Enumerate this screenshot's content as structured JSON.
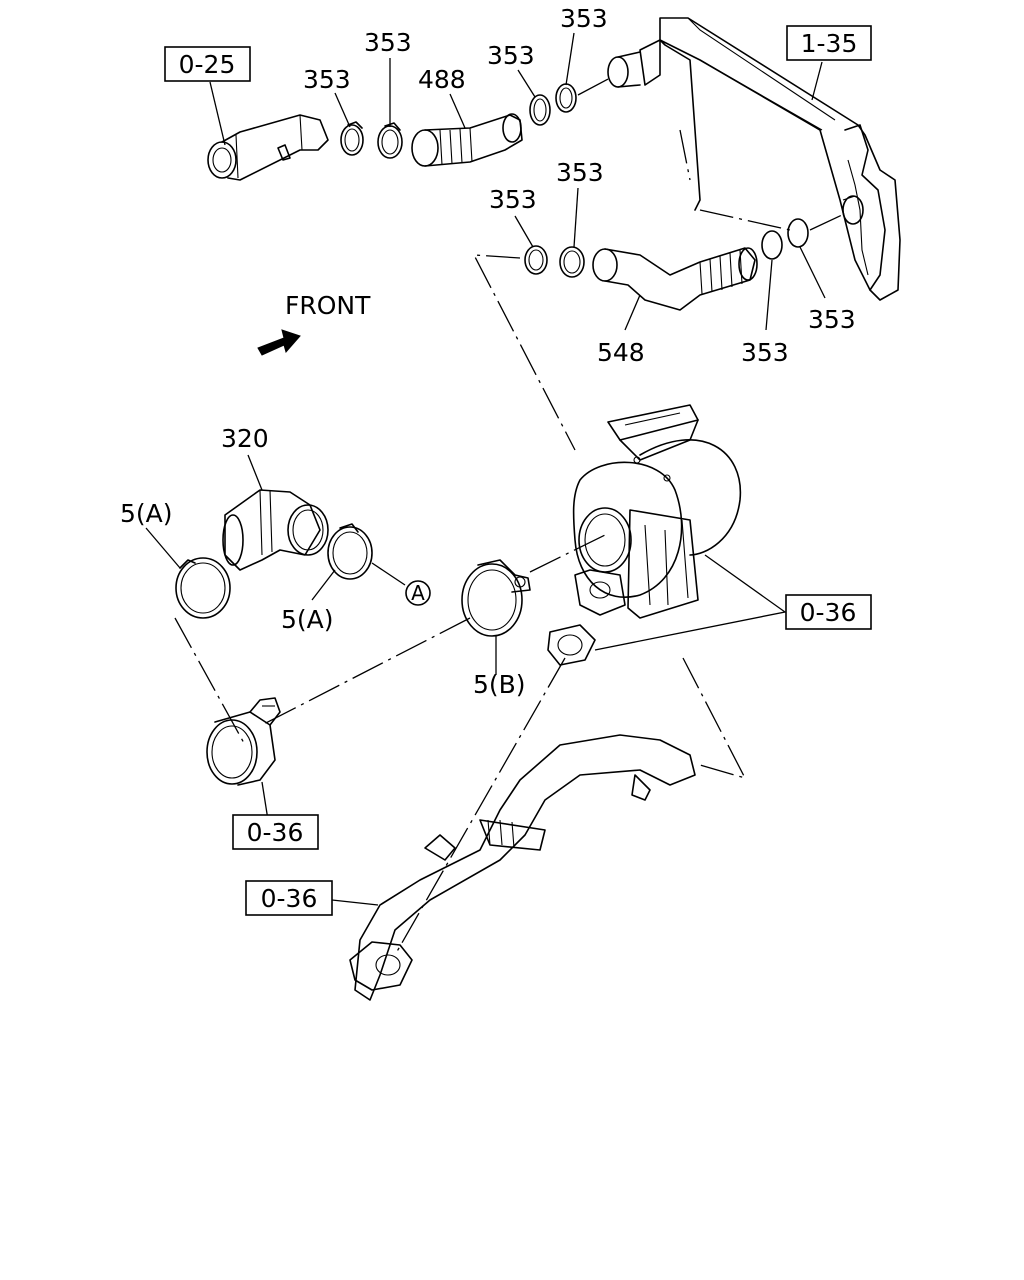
{
  "diagram": {
    "front_label": "FRONT",
    "ref_boxes": {
      "ref_0_25": "0-25",
      "ref_1_35": "1-35",
      "ref_0_36_right": "0-36",
      "ref_0_36_left": "0-36",
      "ref_0_36_bottom": "0-36"
    },
    "callouts": {
      "c353_a": "353",
      "c353_b": "353",
      "c488": "488",
      "c353_c": "353",
      "c353_d": "353",
      "c353_e": "353",
      "c353_f": "353",
      "c548": "548",
      "c353_g": "353",
      "c353_h": "353",
      "c320": "320",
      "c5a_top": "5(A)",
      "c5a_mid": "5(A)",
      "c5b": "5(B)",
      "ca_circle": "A"
    }
  }
}
